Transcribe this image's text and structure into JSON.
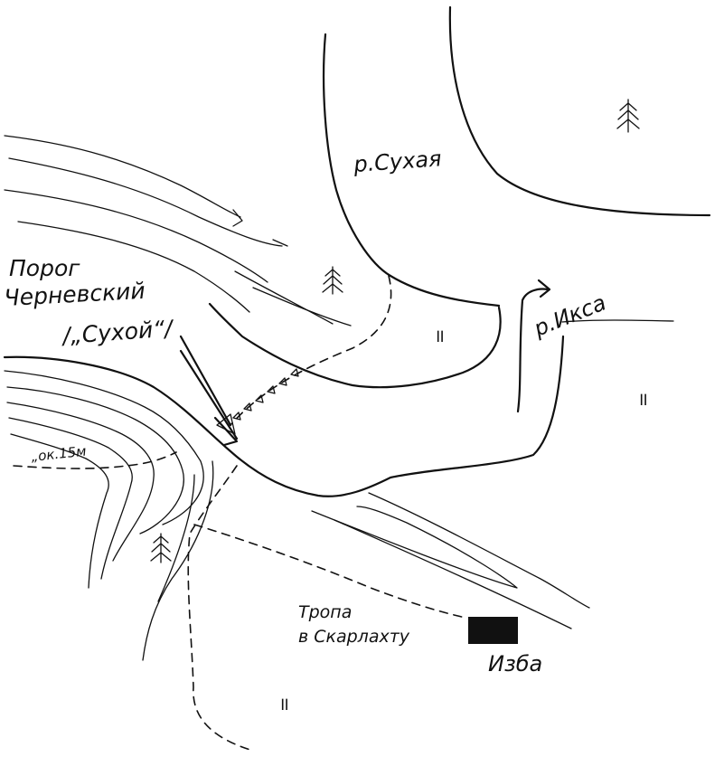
{
  "map": {
    "rivers": {
      "sukhaya": "р.Сухая",
      "iksa": "р.Икса"
    },
    "rapid": {
      "line1": "Порог",
      "line2": "Черневский",
      "line3": "/„Сухой“/"
    },
    "elevation": "„ок.15м",
    "trail": {
      "line1": "Тропа",
      "line2": "в Скарлахту"
    },
    "hut": "Изба",
    "swamp_symbol": "॥",
    "tree_icon": "conifer-icon",
    "colors": {
      "ink": "#111111",
      "paper": "#ffffff"
    }
  }
}
